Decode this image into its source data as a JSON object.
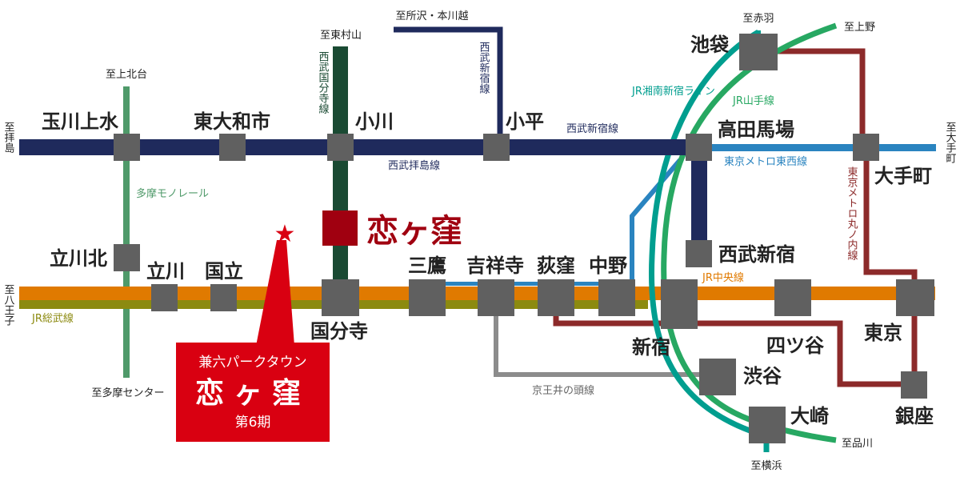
{
  "colors": {
    "seibu": "#1f2a5c",
    "kokubunji": "#1a4a33",
    "monorail": "#4f9a6a",
    "jr_chuo": "#e07a00",
    "jr_sobu": "#8c8a10",
    "yamanote": "#27a862",
    "shonan": "#009e8f",
    "tozai": "#2a84c0",
    "marunouchi": "#8c2a2a",
    "keio": "#8c8c8c",
    "station": "#606060",
    "accent": "#d90011",
    "koigakubo": "#a00010"
  },
  "stations": {
    "tamagawa_josui": "玉川上水",
    "higashiyamatoshi": "東大和市",
    "ogawa": "小川",
    "kodaira": "小平",
    "takadanobaba": "高田馬場",
    "ikebukuro": "池袋",
    "otemachi": "大手町",
    "tachikawa_kita": "立川北",
    "tachikawa": "立川",
    "kunitachi": "国立",
    "kokubunji": "国分寺",
    "koigakubo": "恋ヶ窪",
    "mitaka": "三鷹",
    "kichijoji": "吉祥寺",
    "ogikubo": "荻窪",
    "nakano": "中野",
    "seibu_shinjuku": "西武新宿",
    "shinjuku": "新宿",
    "yotsuya": "四ツ谷",
    "tokyo": "東京",
    "shibuya": "渋谷",
    "osaki": "大崎",
    "ginza": "銀座"
  },
  "directions": {
    "haijima": "至拝島",
    "kamikitadai": "至上北台",
    "higashimurayama": "至東村山",
    "tokorozawa": "至所沢・本川越",
    "akabane": "至赤羽",
    "ueno": "至上野",
    "otemachi_dir": "至大手町",
    "hachioji": "至八王子",
    "tama_center": "至多摩センター",
    "yokohama": "至横浜",
    "shinagawa": "至品川"
  },
  "lines": {
    "seibu_haijima": "西武拝島線",
    "seibu_shinjuku": "西武新宿線",
    "seibu_shinjuku_vertical": "西武新宿線",
    "seibu_kokubunji": "西武国分寺線",
    "tama_monorail": "多摩モノレール",
    "jr_shonan": "JR湘南新宿ライン",
    "jr_yamanote": "JR山手線",
    "tozai": "東京メトロ東西線",
    "marunouchi": "東京メトロ丸ノ内線",
    "jr_chuo": "JR中央線",
    "jr_sobu": "JR総武線",
    "keio_inokashira": "京王井の頭線"
  },
  "property": {
    "brand": "兼六パークタウン",
    "name": "恋ヶ窪",
    "phase": "第6期"
  }
}
